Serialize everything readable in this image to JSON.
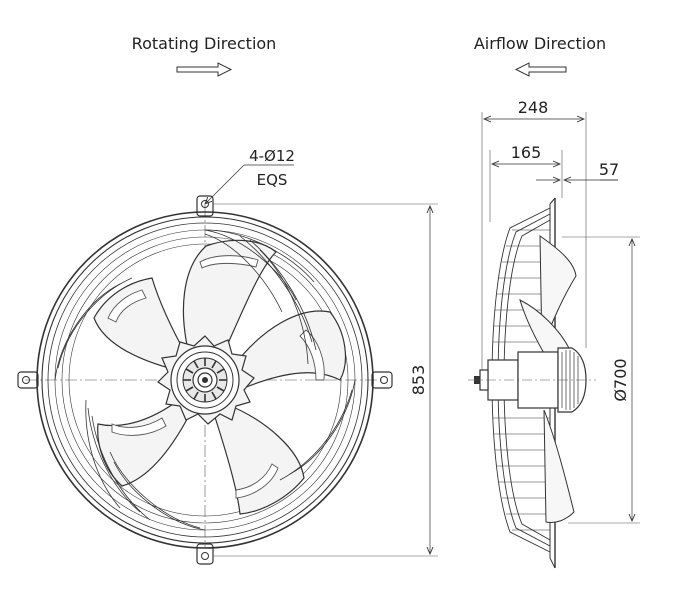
{
  "labels": {
    "rotating_direction": "Rotating Direction",
    "airflow_direction": "Airflow Direction",
    "mount_holes": "4-Ø12",
    "mount_spacing": "EQS",
    "height": "853",
    "diameter": "Ø700",
    "depth_total": "248",
    "depth_front": "165",
    "depth_motor": "57"
  },
  "arrows": {
    "rotating": "right",
    "airflow": "left"
  },
  "colors": {
    "line": "#333333",
    "blade_fill": "#f4f4f4",
    "background": "#ffffff"
  }
}
